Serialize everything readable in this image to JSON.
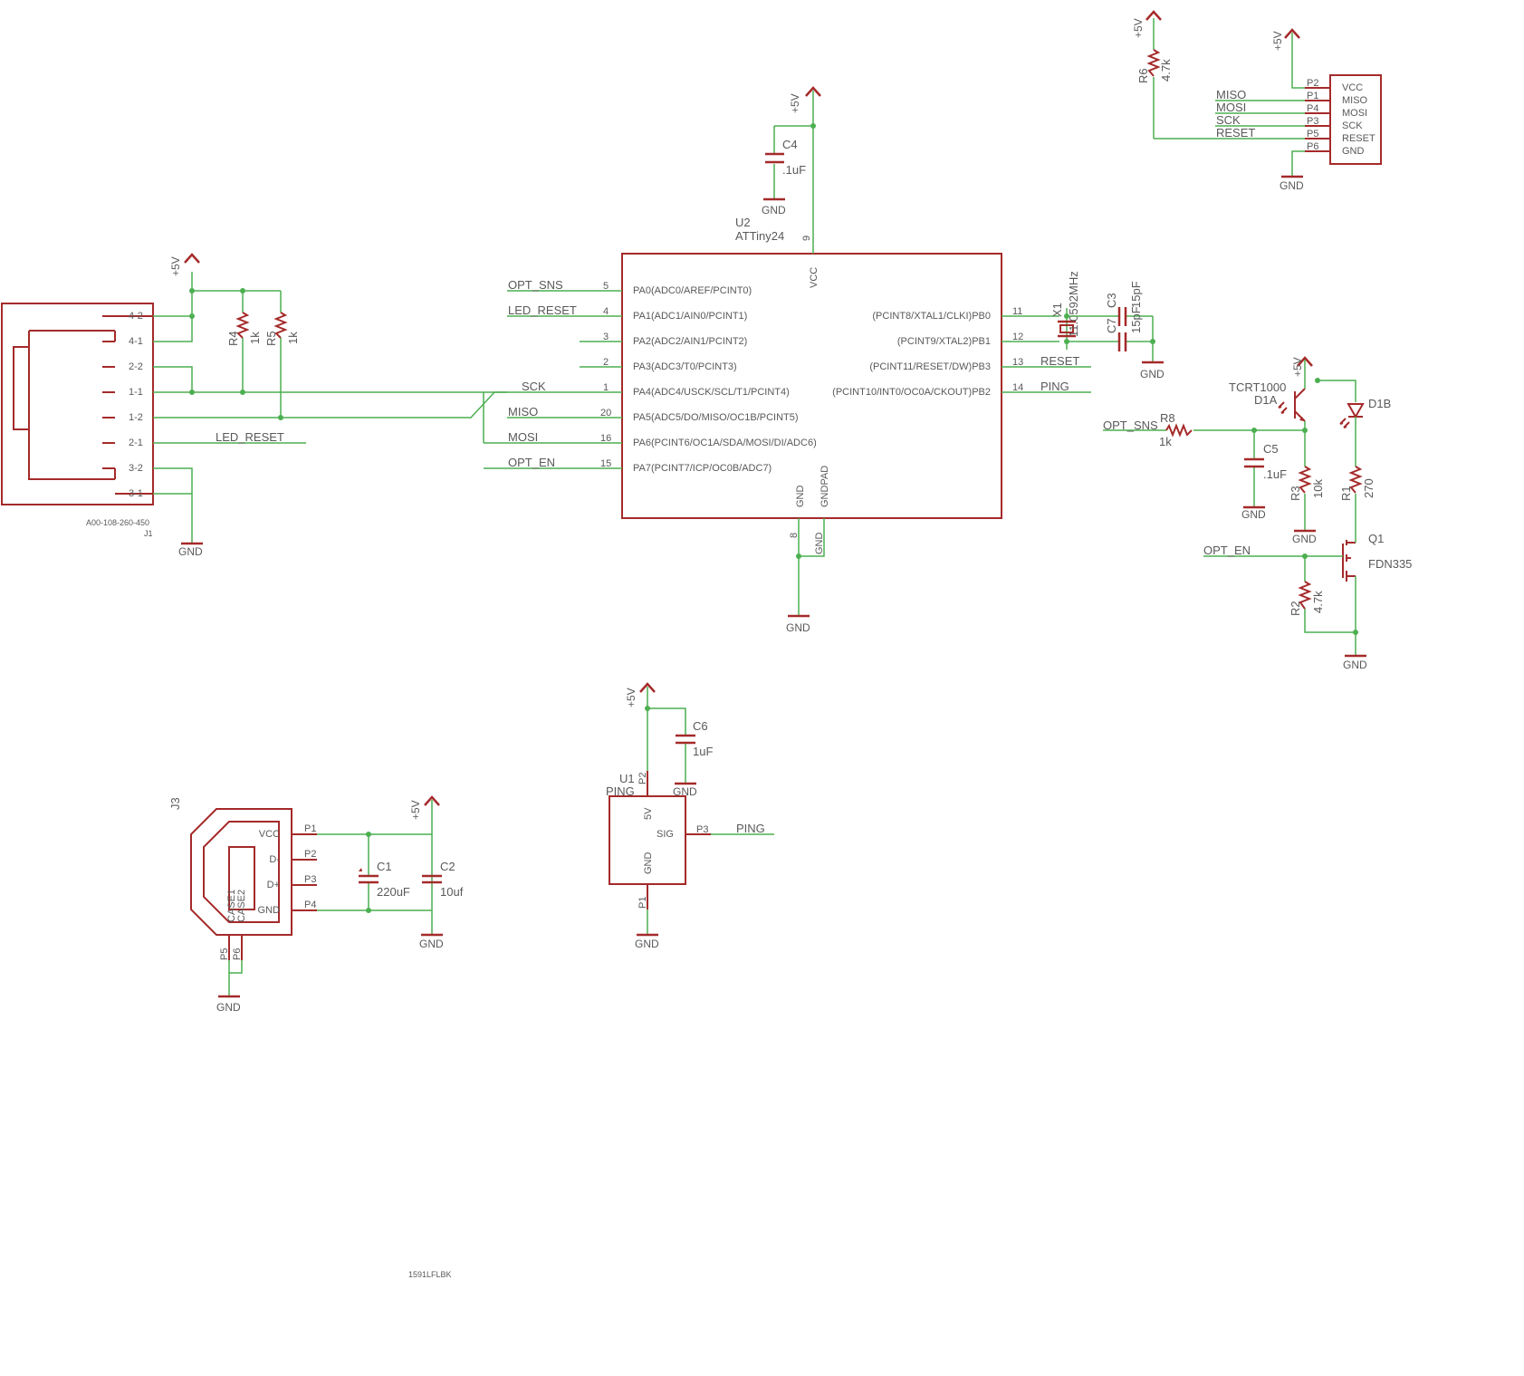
{
  "power": {
    "vcc": "+5V",
    "gnd": "GND"
  },
  "u2": {
    "ref": "U2",
    "part": "ATTiny24",
    "pins_left": [
      {
        "num": "5",
        "name": "PA0(ADC0/AREF/PCINT0)",
        "net": "OPT_SNS"
      },
      {
        "num": "4",
        "name": "PA1(ADC1/AIN0/PCINT1)",
        "net": "LED_RESET"
      },
      {
        "num": "3",
        "name": "PA2(ADC2/AIN1/PCINT2)",
        "net": ""
      },
      {
        "num": "2",
        "name": "PA3(ADC3/T0/PCINT3)",
        "net": ""
      },
      {
        "num": "1",
        "name": "PA4(ADC4/USCK/SCL/T1/PCINT4)",
        "net": "SCK"
      },
      {
        "num": "20",
        "name": "PA5(ADC5/DO/MISO/OC1B/PCINT5)",
        "net": "MISO"
      },
      {
        "num": "16",
        "name": "PA6(PCINT6/OC1A/SDA/MOSI/DI/ADC6)",
        "net": "MOSI"
      },
      {
        "num": "15",
        "name": "PA7(PCINT7/ICP/OC0B/ADC7)",
        "net": "OPT_EN"
      }
    ],
    "pins_right": [
      {
        "num": "11",
        "name": "(PCINT8/XTAL1/CLKI)PB0",
        "net": ""
      },
      {
        "num": "12",
        "name": "(PCINT9/XTAL2)PB1",
        "net": ""
      },
      {
        "num": "13",
        "name": "(PCINT11/RESET/DW)PB3",
        "net": "RESET"
      },
      {
        "num": "14",
        "name": "(PCINT10/INT0/OC0A/CKOUT)PB2",
        "net": "PING"
      }
    ],
    "pin_vcc": {
      "num": "9",
      "name": "VCC"
    },
    "pin_gnd": {
      "num": "8",
      "name": "GND"
    },
    "pin_gndpad": {
      "num": "",
      "name": "GNDPAD",
      "net": "GND"
    }
  },
  "c4": {
    "ref": "C4",
    "value": ".1uF"
  },
  "x1": {
    "ref": "X1",
    "value": "11.0592MHz"
  },
  "c3": {
    "ref": "C3",
    "value": "15pF"
  },
  "c7": {
    "ref": "C7",
    "value": "15pF"
  },
  "j1": {
    "ref": "J1",
    "part": "A00-108-260-450",
    "pins": [
      "4-2",
      "4-1",
      "2-2",
      "1-1",
      "1-2",
      "2-1",
      "3-2",
      "3-1"
    ],
    "nets": {
      "sck": "SCK",
      "led_reset": "LED_RESET"
    }
  },
  "r4": {
    "ref": "R4",
    "value": "1k"
  },
  "r5": {
    "ref": "R5",
    "value": "1k"
  },
  "isp": {
    "pins": [
      {
        "pad": "P2",
        "name": "VCC",
        "net": ""
      },
      {
        "pad": "P1",
        "name": "MISO",
        "net": "MISO"
      },
      {
        "pad": "P4",
        "name": "MOSI",
        "net": "MOSI"
      },
      {
        "pad": "P3",
        "name": "SCK",
        "net": "SCK"
      },
      {
        "pad": "P5",
        "name": "RESET",
        "net": "RESET"
      },
      {
        "pad": "P6",
        "name": "GND",
        "net": ""
      }
    ]
  },
  "r6": {
    "ref": "R6",
    "value": "4.7k"
  },
  "sensor": {
    "tcrt": "TCRT1000",
    "d1a": "D1A",
    "d1b": "D1B",
    "r8": {
      "ref": "R8",
      "value": "1k"
    },
    "c5": {
      "ref": "C5",
      "value": ".1uF"
    },
    "r3": {
      "ref": "R3",
      "value": "10k"
    },
    "r1": {
      "ref": "R1",
      "value": "270"
    },
    "q1": {
      "ref": "Q1",
      "value": "FDN335"
    },
    "r2": {
      "ref": "R2",
      "value": "4.7k"
    },
    "net_sns": "OPT_SNS",
    "net_en": "OPT_EN"
  },
  "j3": {
    "ref": "J3",
    "part": "1591LFLBK",
    "pins": [
      {
        "pad": "P1",
        "name": "VCC"
      },
      {
        "pad": "P2",
        "name": "D-"
      },
      {
        "pad": "P3",
        "name": "D+"
      },
      {
        "pad": "P4",
        "name": "GND"
      }
    ],
    "case": [
      "CASE1",
      "CASE2"
    ],
    "case_pads": [
      "P5",
      "P6"
    ]
  },
  "c1": {
    "ref": "C1",
    "value": "220uF"
  },
  "c2": {
    "ref": "C2",
    "value": "10uf"
  },
  "u1": {
    "ref": "U1",
    "part": "PING",
    "pins": {
      "vcc": "5V",
      "sig": "SIG",
      "gnd": "GND"
    },
    "pads": {
      "vcc": "P2",
      "sig": "P3",
      "gnd": "P1"
    },
    "net": "PING"
  },
  "c6": {
    "ref": "C6",
    "value": "1uF"
  }
}
